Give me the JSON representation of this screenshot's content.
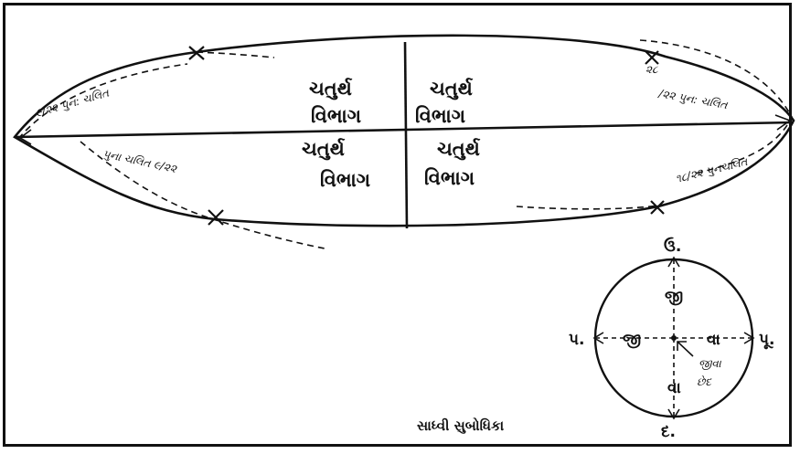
{
  "quadrants": {
    "top_left": [
      "ચતુર્થ",
      "વિભાગ"
    ],
    "top_right": [
      "ચતુર્થ",
      "વિભાગ"
    ],
    "bottom_left": [
      "ચતુર્થ",
      "વિભાગ"
    ],
    "bottom_right": [
      "ચતુર્થ",
      "વિભાગ"
    ]
  },
  "arc_notes": {
    "left_top": "૯/૨૨ પુન: ચલિત",
    "right_top_a": "૨૮",
    "right_top_b": "/૨૨ પુન: ચલિત",
    "left_bottom": "પુના ચલિત ૯/૨૨",
    "right_bottom": "૧૮/૨૨ પુનચલિત"
  },
  "compass": {
    "north": "ઉ.",
    "south": "દ.",
    "east": "પૂ.",
    "west": "પ.",
    "north_arm": "જી",
    "west_arm": "જી",
    "east_arm": "વા",
    "south_arm": "વા",
    "note_line1": "જીવા",
    "note_line2": "છેદ"
  },
  "credit": "સાધ્વી સુબોધિકા",
  "colors": {
    "ink": "#111111",
    "background": "#ffffff"
  }
}
